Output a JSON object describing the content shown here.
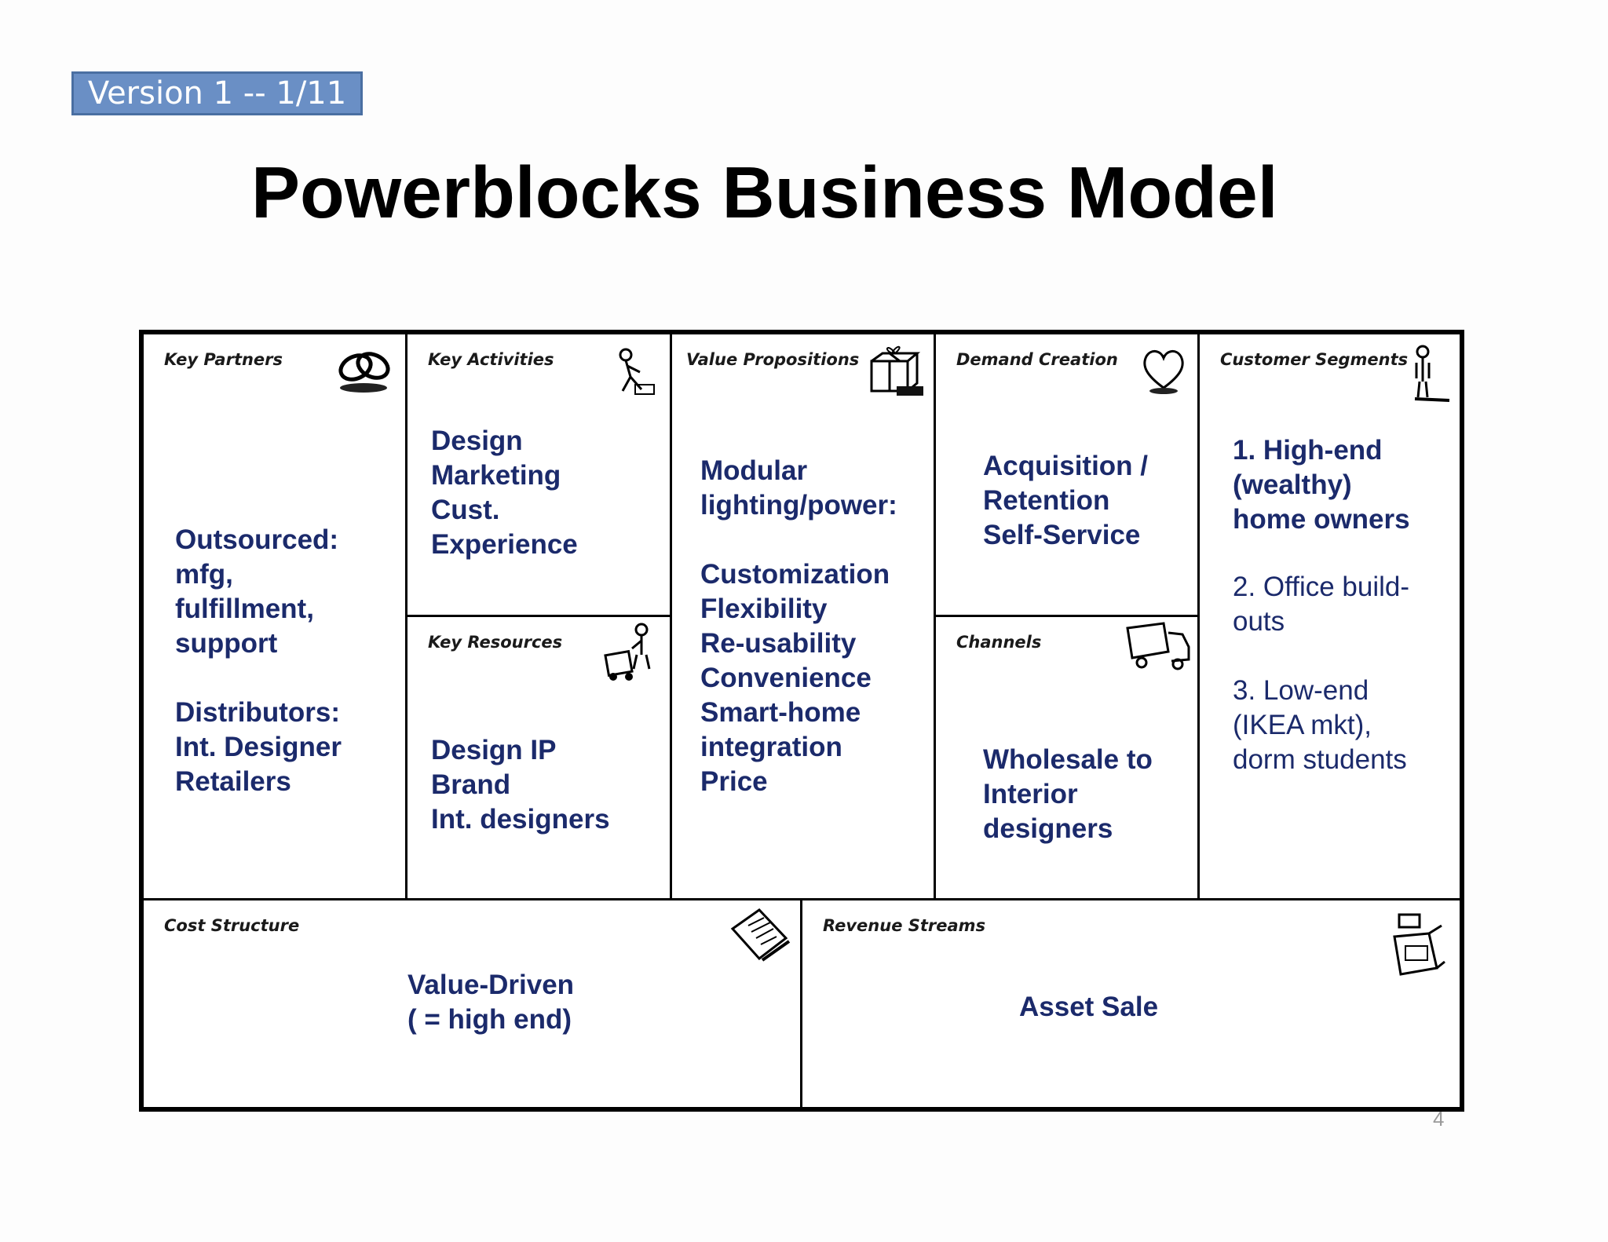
{
  "version_label": "Version 1 -- 1/11",
  "title": "Powerblocks Business Model",
  "page_number": "4",
  "blocks": {
    "key_partners": {
      "label": "Key Partners",
      "icon": "chain-links-icon",
      "text": "Outsourced:\nmfg,\nfulfillment,\nsupport\n\nDistributors:\nInt. Designer\nRetailers"
    },
    "key_activities": {
      "label": "Key Activities",
      "icon": "worker-icon",
      "text": "Design\nMarketing\nCust.\nExperience"
    },
    "key_resources": {
      "label": "Key Resources",
      "icon": "forklift-worker-icon",
      "text": "Design IP\nBrand\nInt. designers"
    },
    "value_propositions": {
      "label": "Value Propositions",
      "icon": "gift-box-icon",
      "text": "Modular\nlighting/power:\n\nCustomization\nFlexibility\nRe-usability\nConvenience\nSmart-home\nintegration\nPrice"
    },
    "demand_creation": {
      "label": "Demand Creation",
      "icon": "heart-icon",
      "text": "Acquisition /\nRetention\nSelf-Service"
    },
    "channels": {
      "label": "Channels",
      "icon": "delivery-truck-icon",
      "text": "Wholesale to\nInterior\ndesigners"
    },
    "customer_segments": {
      "label": "Customer Segments",
      "icon": "person-icon",
      "item1": "1.  High-end\n(wealthy)\nhome owners",
      "item2": "2.  Office build-\nouts",
      "item3": "3.  Low-end\n(IKEA mkt),\ndorm students"
    },
    "cost_structure": {
      "label": "Cost Structure",
      "icon": "invoice-icon",
      "text": "Value-Driven\n( = high end)"
    },
    "revenue_streams": {
      "label": "Revenue Streams",
      "icon": "cash-register-icon",
      "text": "Asset Sale"
    }
  }
}
